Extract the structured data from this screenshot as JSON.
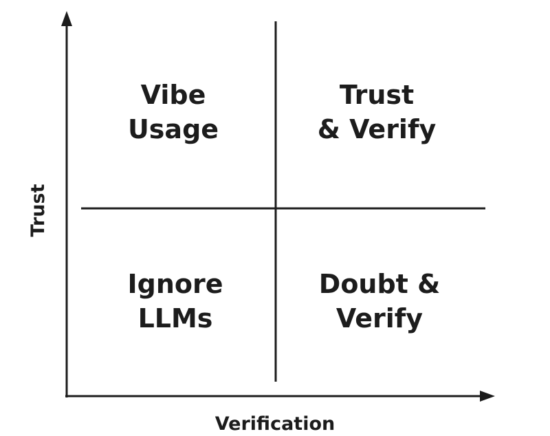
{
  "axes": {
    "x_label": "Verification",
    "y_label": "Trust"
  },
  "quadrants": {
    "top_left": {
      "line1": "Vibe",
      "line2": "Usage"
    },
    "top_right": {
      "line1": "Trust",
      "line2": "& Verify"
    },
    "bottom_left": {
      "line1": "Ignore",
      "line2": "LLMs"
    },
    "bottom_right": {
      "line1": "Doubt &",
      "line2": "Verify"
    }
  },
  "colors": {
    "ink": "#1c1c1c",
    "background": "#ffffff"
  }
}
